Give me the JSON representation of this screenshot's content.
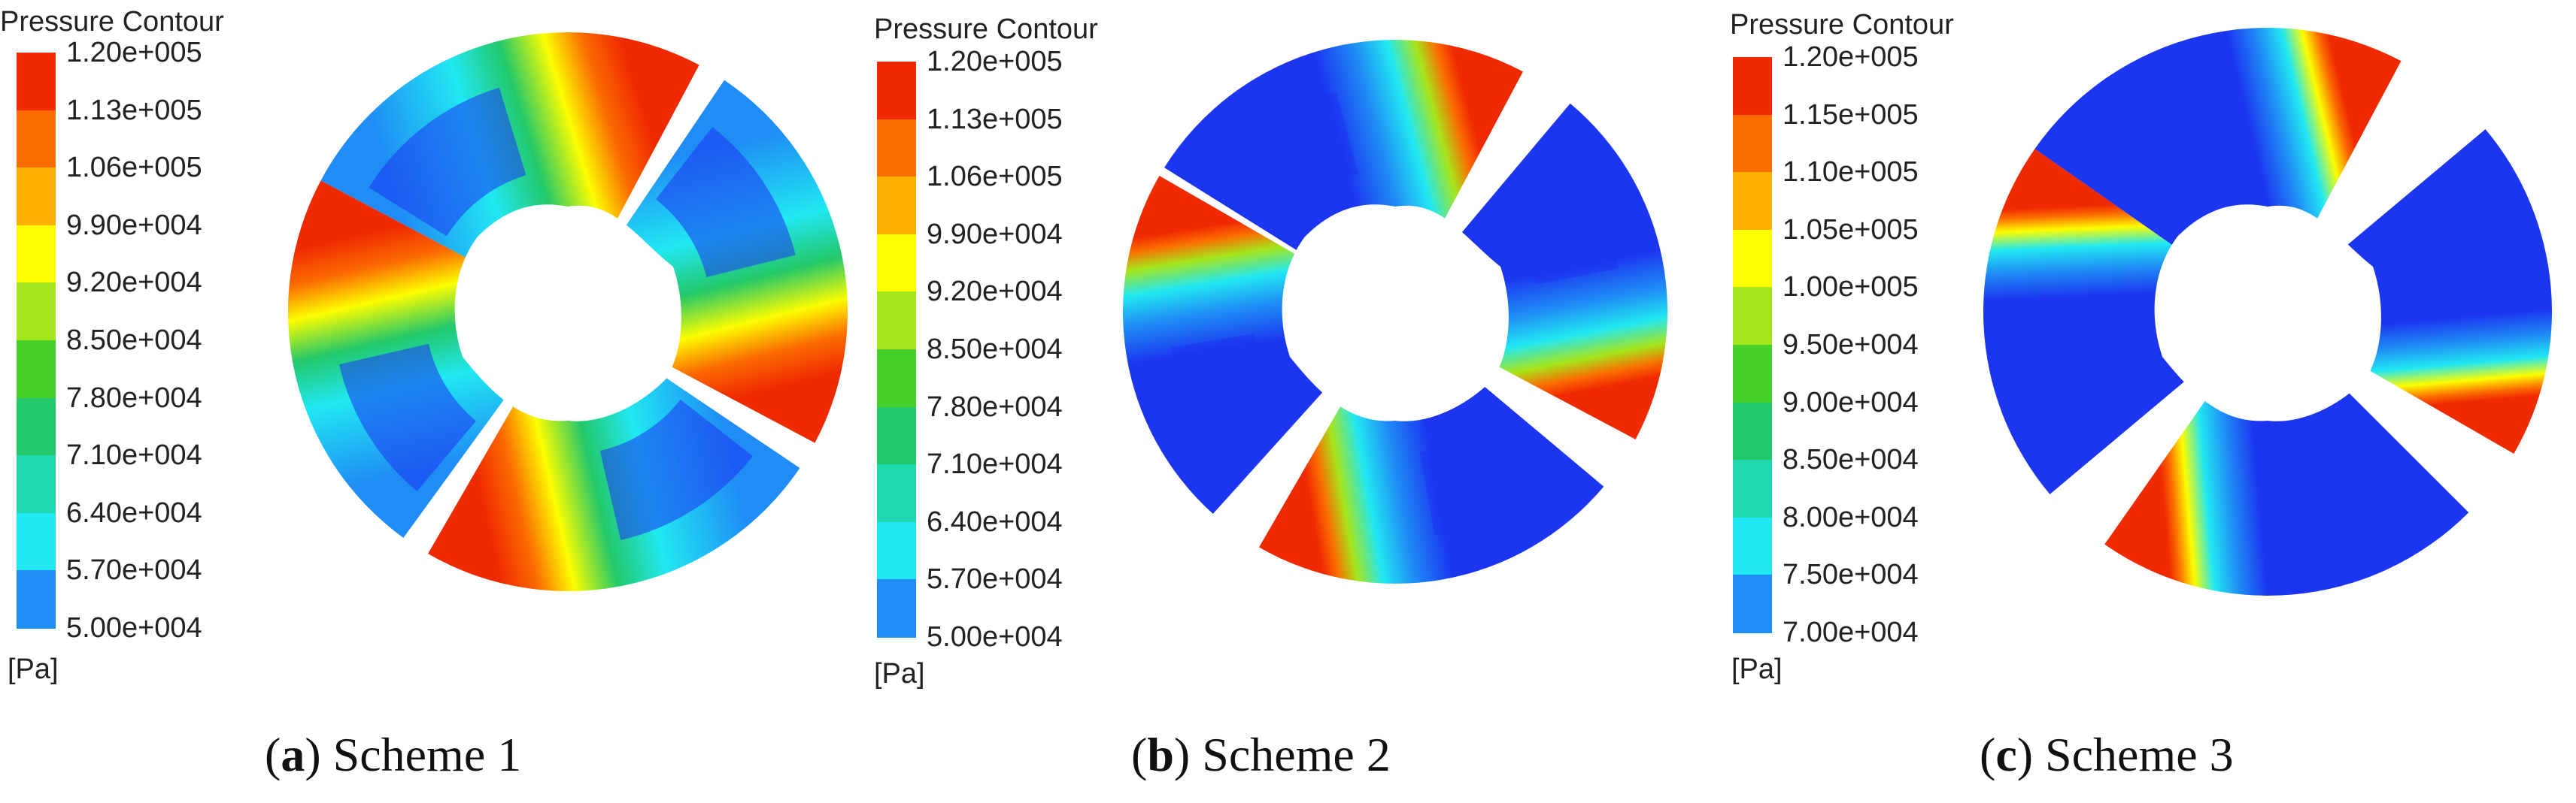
{
  "colors": [
    "#1b35f0",
    "#1f8df5",
    "#21e8f2",
    "#1fd8b0",
    "#22c86a",
    "#46d12a",
    "#a6e51c",
    "#fcfd00",
    "#fbb000",
    "#fb6c00",
    "#f02a00"
  ],
  "panels": [
    {
      "legend_title": "Pressure Contour",
      "unit": "[Pa]",
      "ticks": [
        "1.20e+005",
        "1.13e+005",
        "1.06e+005",
        "9.90e+004",
        "9.20e+004",
        "8.50e+004",
        "7.80e+004",
        "7.10e+004",
        "6.40e+004",
        "5.70e+004",
        "5.00e+004"
      ],
      "caption_letter": "a",
      "caption_text": "Scheme 1",
      "pressure_scheme": "scheme1"
    },
    {
      "legend_title": "Pressure Contour",
      "unit": "[Pa]",
      "ticks": [
        "1.20e+005",
        "1.13e+005",
        "1.06e+005",
        "9.90e+004",
        "9.20e+004",
        "8.50e+004",
        "7.80e+004",
        "7.10e+004",
        "6.40e+004",
        "5.70e+004",
        "5.00e+004"
      ],
      "caption_letter": "b",
      "caption_text": "Scheme 2",
      "pressure_scheme": "scheme2"
    },
    {
      "legend_title": "Pressure Contour",
      "unit": "[Pa]",
      "ticks": [
        "1.20e+005",
        "1.15e+005",
        "1.10e+005",
        "1.05e+005",
        "1.00e+005",
        "9.50e+004",
        "9.00e+004",
        "8.50e+004",
        "8.00e+004",
        "7.50e+004",
        "7.00e+004"
      ],
      "caption_letter": "c",
      "caption_text": "Scheme 3",
      "pressure_scheme": "scheme3"
    }
  ]
}
